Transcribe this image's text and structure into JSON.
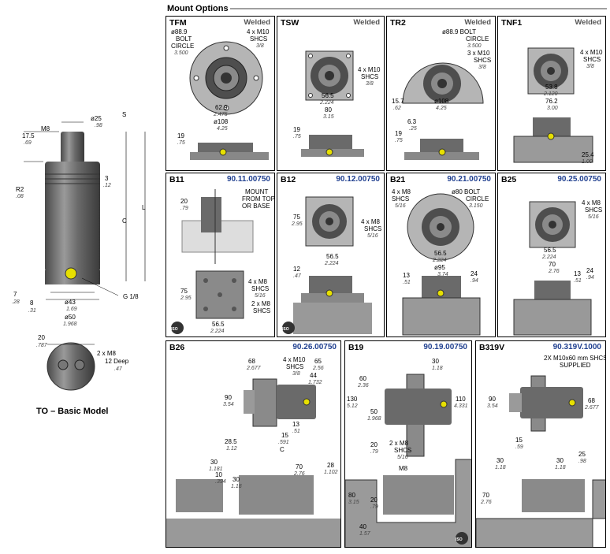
{
  "header": {
    "title": "Mount Options"
  },
  "basic_model": {
    "caption": "TO – Basic Model",
    "labels": {
      "s": "S",
      "m8": "M8",
      "d25": "ø25",
      "d25_in": ".98",
      "h17_5": "17.5",
      "h17_5_in": ".69",
      "h3": "3",
      "h3_in": ".12",
      "r2": "R2",
      "r2_in": ".08",
      "c": "C",
      "l": "L",
      "h7": "7",
      "h7_in": ".28",
      "h8": "8",
      "h8_in": ".31",
      "d43": "ø43",
      "d43_in": "1.69",
      "d50": "ø50",
      "d50_in": "1.968",
      "port": "G 1/8",
      "end20": "20",
      "end20_in": ".787",
      "holes": "2 x M8",
      "deep": "12 Deep",
      "deep_in": ".47"
    }
  },
  "panels": {
    "tfm": {
      "name": "TFM",
      "tag": "Welded",
      "bolt": "ø88.9",
      "bolt2": "BOLT",
      "bolt3": "CIRCLE",
      "bolt_in": "3.500",
      "shcs": "4 x M10",
      "shcs2": "SHCS",
      "shcs_in": "3/8",
      "w62": "62.9",
      "w62_in": "2.475",
      "d108": "ø108",
      "d108_in": "4.25",
      "h19": "19",
      "h19_in": ".75"
    },
    "tsw": {
      "name": "TSW",
      "tag": "Welded",
      "shcs": "4 x M10",
      "shcs2": "SHCS",
      "shcs_in": "3/8",
      "sq56": "56.5",
      "sq56_in": "2.224",
      "sq80": "80",
      "sq80_in": "3.15",
      "h19": "19",
      "h19_in": ".75"
    },
    "tr2": {
      "name": "TR2",
      "tag": "Welded",
      "bolt": "ø88.9 BOLT",
      "bolt2": "CIRCLE",
      "bolt_in": "3.500",
      "shcs": "3 x M10",
      "shcs2": "SHCS",
      "shcs_in": "3/8",
      "h15": "15.7",
      "h15_in": ".62",
      "d108": "ø108",
      "d108_in": "4.25",
      "h6": "6.3",
      "h6_in": ".25",
      "h19": "19",
      "h19_in": ".75"
    },
    "tnf1": {
      "name": "TNF1",
      "tag": "Welded",
      "shcs": "4 x M10",
      "shcs2": "SHCS",
      "shcs_in": "3/8",
      "sq53": "53.8",
      "sq53_in": "2.120",
      "sq76": "76.2",
      "sq76_in": "3.00",
      "h25": "25.4",
      "h25_in": "1.00"
    },
    "b11": {
      "name": "B11",
      "code": "90.11.00750",
      "h20": "20",
      "h20_in": ".79",
      "mount": "MOUNT",
      "mount2": "FROM TOP",
      "mount3": "OR BASE",
      "sq75": "75",
      "sq75_in": "2.95",
      "m8a": "4 x M8",
      "m8a2": "SHCS",
      "m8a_in": "5/16",
      "m8b": "2 x M8",
      "m8b2": "SHCS",
      "sq56": "56.5",
      "sq56_in": "2.224"
    },
    "b12": {
      "name": "B12",
      "code": "90.12.00750",
      "sq75": "75",
      "sq75_in": "2.95",
      "m8": "4 x M8",
      "m82": "SHCS",
      "m8_in": "5/16",
      "sq56": "56.5",
      "sq56_in": "2.224",
      "h12": "12",
      "h12_in": ".47"
    },
    "b21": {
      "name": "B21",
      "code": "90.21.00750",
      "m8": "4 x M8",
      "m82": "SHCS",
      "m8_in": "5/16",
      "bolt": "ø80 BOLT",
      "bolt2": "CIRCLE",
      "bolt_in": "3.150",
      "sq56": "56.5",
      "sq56_in": "2.224",
      "d95": "ø95",
      "d95_in": "3.74",
      "h13": "13",
      "h13_in": ".51",
      "h24": "24",
      "h24_in": ".94"
    },
    "b25": {
      "name": "B25",
      "code": "90.25.00750",
      "m8": "4 x M8",
      "m82": "SHCS",
      "m8_in": "5/16",
      "sq56": "56.5",
      "sq56_in": "2.224",
      "sq70": "70",
      "sq70_in": "2.76",
      "h13": "13",
      "h13_in": ".51",
      "h24": "24",
      "h24_in": ".94"
    },
    "b26": {
      "name": "B26",
      "code": "90.26.00750",
      "h68": "68",
      "h68_in": "2.677",
      "m10": "4 x M10",
      "m102": "SHCS",
      "m10_in": "3/8",
      "h65": "65",
      "h65_in": "2.56",
      "h44": "44",
      "h44_in": "1.732",
      "h90": "90",
      "h90_in": "3.54",
      "h13": "13",
      "h13_in": ".51",
      "h15": "15",
      "h15_in": ".591",
      "h28": "28.5",
      "h28_in": "1.12",
      "c": "C",
      "h30a": "30",
      "h30a_in": "1.181",
      "h10": "10",
      "h10_in": ".394",
      "h30b": "30",
      "h30b_in": "1.18",
      "h70": "70",
      "h70_in": "2.76",
      "h28b": "28",
      "h28b_in": "1.102"
    },
    "b19": {
      "name": "B19",
      "code": "90.19.00750",
      "h30": "30",
      "h30_in": "1.18",
      "h60": "60",
      "h60_in": "2.36",
      "h130": "130",
      "h130_in": "5.12",
      "h50": "50",
      "h50_in": "1.968",
      "h110": "110",
      "h110_in": "4.331",
      "h20": "20",
      "h20_in": ".79",
      "m8": "2 x M8",
      "m82": "SHCS",
      "m8_in": "5/16",
      "m8b": "M8",
      "h80": "80",
      "h80_in": "3.15",
      "h20b": "20",
      "h20b_in": ".79",
      "h40": "40",
      "h40_in": "1.57"
    },
    "b319v": {
      "name": "B319V",
      "code": "90.319V.1000",
      "note": "2X M10x60 mm SHCS",
      "note2": "SUPPLIED",
      "h90": "90",
      "h90_in": "3.54",
      "h68": "68",
      "h68_in": "2.677",
      "h15": "15",
      "h15_in": ".59",
      "h30a": "30",
      "h30a_in": "1.18",
      "h30b": "30",
      "h30b_in": "1.18",
      "h25": "25",
      "h25_in": ".98",
      "h70": "70",
      "h70_in": "2.76"
    }
  },
  "iso_badge": "ISO",
  "colors": {
    "metal_dark": "#5a5a5a",
    "metal_mid": "#8a8a8a",
    "metal_light": "#c8c8c8",
    "port_yellow": "#e7e000",
    "code_blue": "#1f3f8f"
  }
}
